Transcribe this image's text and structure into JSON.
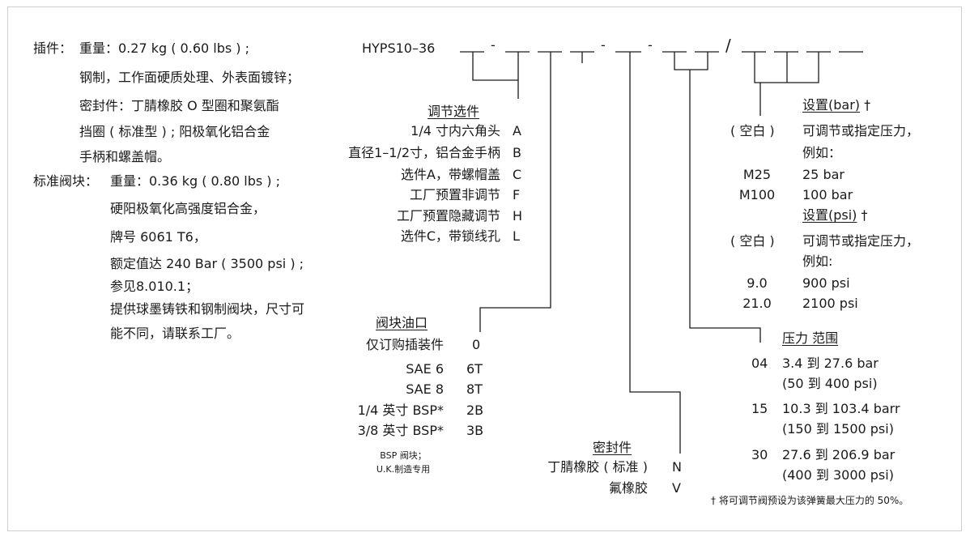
{
  "model": "HYPS10–36",
  "sep_dash": "-",
  "sep_slash": "/",
  "description": {
    "cartridge_label": "插件：",
    "cartridge_lines": [
      "重量：0.27 kg ( 0.60 lbs ) ;",
      "钢制，工作面硬质处理、外表面镀锌；",
      "密封件：丁腈橡胶 O 型圈和聚氨酯",
      "挡圈 ( 标准型 ) ; 阳极氧化铝合金",
      "手柄和螺盖帽。"
    ],
    "body_label": "标准阀块：",
    "body_lines": [
      "重量：0.36 kg ( 0.80 lbs ) ;",
      "硬阳极氧化高强度铝合金，",
      "牌号 6061 T6，",
      "额定值达 240 Bar ( 3500 psi ) ;",
      "参见8.010.1；",
      "提供球墨铸铁和钢制阀块，尺寸可",
      "能不同，请联系工厂。"
    ]
  },
  "adjust_options": {
    "title": "调节选件",
    "items": [
      {
        "label": "1/4 寸内六角头",
        "code": "A"
      },
      {
        "label": "直径1–1/2寸，铝合金手柄",
        "code": "B"
      },
      {
        "label": "选件A，带螺帽盖",
        "code": "C"
      },
      {
        "label": "工厂预置非调节",
        "code": "F"
      },
      {
        "label": "工厂预置隐藏调节",
        "code": "H"
      },
      {
        "label": "选件C，带锁线孔",
        "code": "L"
      }
    ]
  },
  "ports": {
    "title": "阀块油口",
    "items": [
      {
        "label": "仅订购插装件",
        "code": "0"
      },
      {
        "label": "SAE 6",
        "code": "6T"
      },
      {
        "label": "SAE 8",
        "code": "8T"
      },
      {
        "label": "1/4 英寸 BSP*",
        "code": "2B"
      },
      {
        "label": "3/8 英寸 BSP*",
        "code": "3B"
      }
    ],
    "note_lines": [
      "BSP 阀块；",
      "U.K.制造专用"
    ]
  },
  "seals": {
    "title": "密封件",
    "items": [
      {
        "label": "丁腈橡胶 ( 标准 )",
        "code": "N"
      },
      {
        "label": "氟橡胶",
        "code": "V"
      }
    ]
  },
  "pressure_range": {
    "title": "压力 范围",
    "items": [
      {
        "code": "04",
        "bar": "3.4 到 27.6 bar",
        "psi": "(50 到 400 psi)"
      },
      {
        "code": "15",
        "bar": "10.3 到 103.4 barr",
        "psi": "(150 到 1500 psi)"
      },
      {
        "code": "30",
        "bar": "27.6 到 206.9 bar",
        "psi": "(400 到 3000 psi)"
      }
    ]
  },
  "setting": {
    "bar_title": "设置(bar)",
    "psi_title": "设置(psi)",
    "dagger": "†",
    "blank_code": "( 空白 )",
    "blank_desc_1": "可调节或指定压力，",
    "blank_desc_2_bar": "例如：",
    "blank_desc_2_psi": "例如:",
    "bar_examples": [
      {
        "code": "M25",
        "value": "25 bar"
      },
      {
        "code": "M100",
        "value": "100 bar"
      }
    ],
    "psi_examples": [
      {
        "code": "9.0",
        "value": "900 psi"
      },
      {
        "code": "21.0",
        "value": "2100 psi"
      }
    ],
    "footnote": "† 将可调节阀预设为该弹簧最大压力的 50%。"
  }
}
